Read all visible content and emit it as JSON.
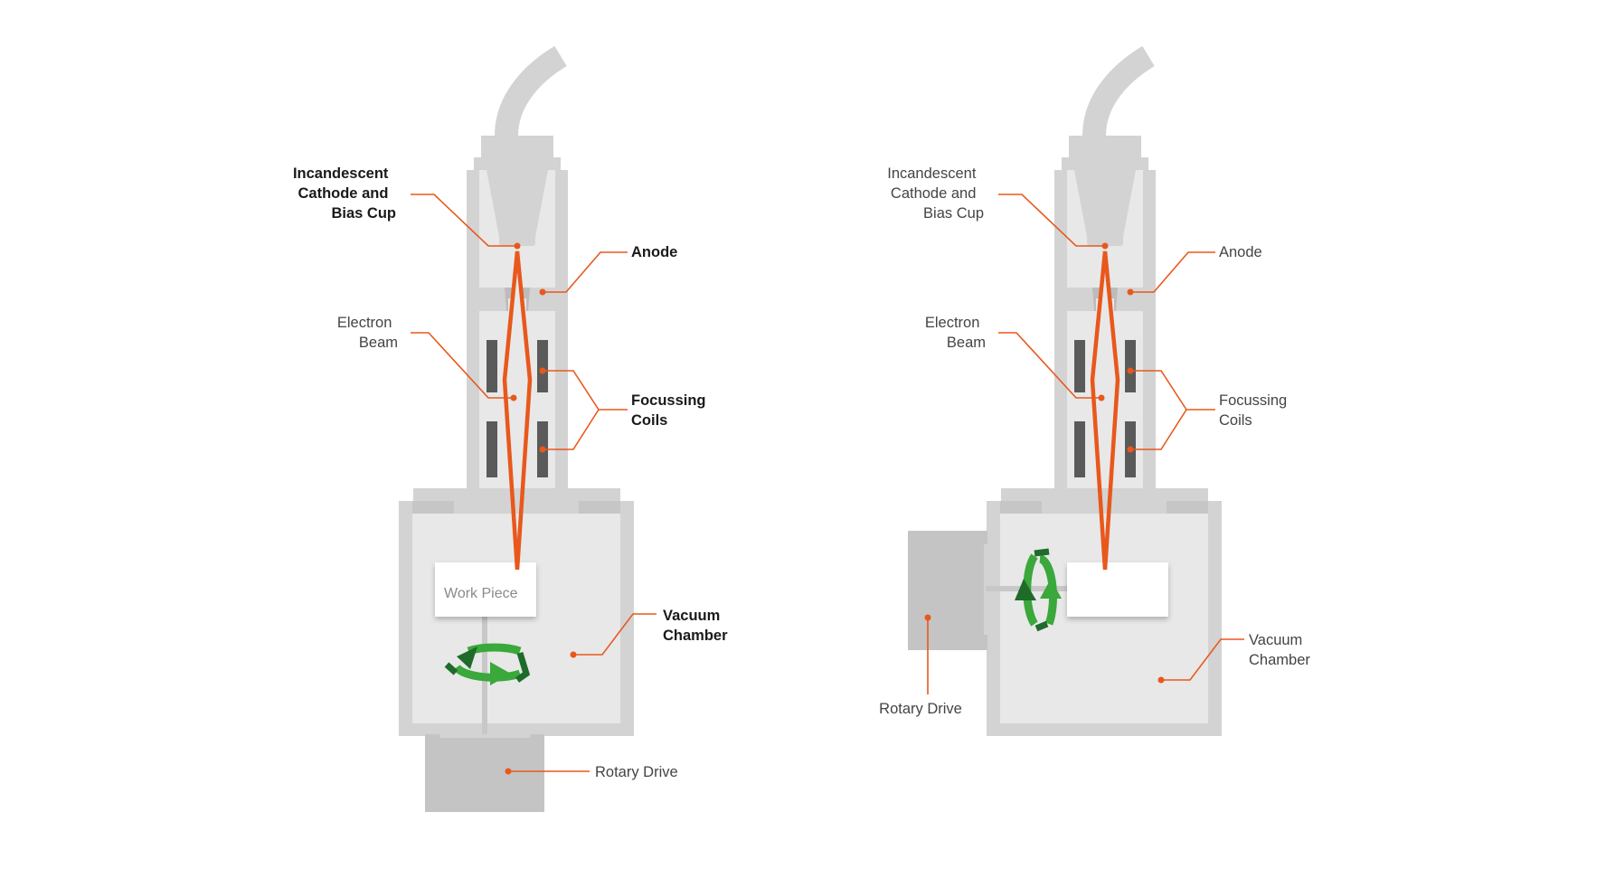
{
  "colors": {
    "housing": "#d3d3d3",
    "housing_inner": "#e8e8e8",
    "coil": "#5a5a5a",
    "beam": "#e8581c",
    "leader": "#e8581c",
    "arrow_light": "#3aa83a",
    "arrow_dark": "#1f6b2a",
    "drive": "#c4c4c4"
  },
  "diagrams": [
    {
      "id": "vertical",
      "labels": {
        "cathode": [
          "Incandescent",
          "Cathode and",
          "Bias Cup"
        ],
        "anode": [
          "Anode"
        ],
        "beam": [
          "Electron",
          "Beam"
        ],
        "coils": [
          "Focussing",
          "Coils"
        ],
        "chamber": [
          "Vacuum",
          "Chamber"
        ],
        "drive": [
          "Rotary Drive"
        ],
        "workpiece": "Work Piece"
      }
    },
    {
      "id": "horizontal",
      "labels": {
        "cathode": [
          "Incandescent",
          "Cathode and",
          "Bias Cup"
        ],
        "anode": [
          "Anode"
        ],
        "beam": [
          "Electron",
          "Beam"
        ],
        "coils": [
          "Focussing",
          "Coils"
        ],
        "chamber": [
          "Vacuum",
          "Chamber"
        ],
        "drive": [
          "Rotary Drive"
        ]
      }
    }
  ]
}
